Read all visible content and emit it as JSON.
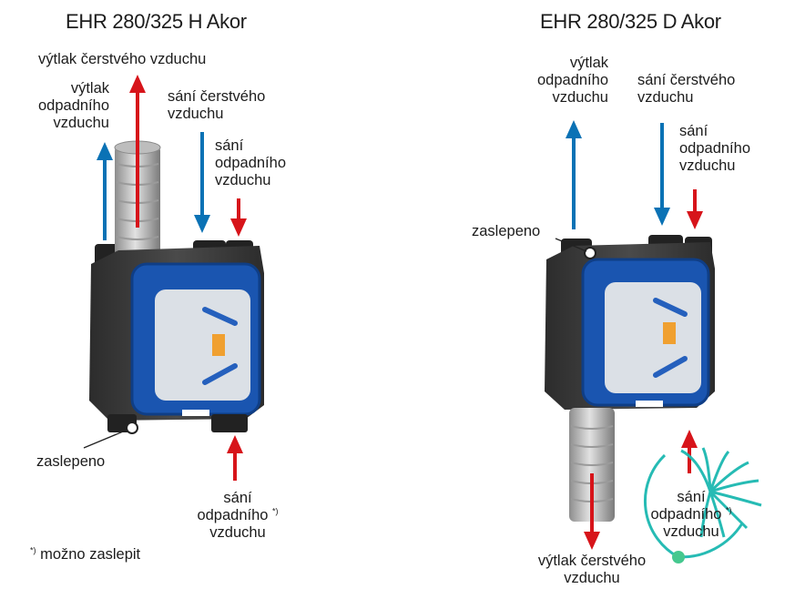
{
  "left": {
    "title": "EHR 280/325 H Akor",
    "labels": {
      "fresh_out": "výtlak čerstvého vzduchu",
      "waste_out": [
        "výtlak",
        "odpadního",
        "vzduchu"
      ],
      "fresh_in": [
        "sání čerstvého",
        "vzduchu"
      ],
      "waste_in_top": [
        "sání",
        "odpadního",
        "vzduchu"
      ],
      "blanked": "zaslepeno",
      "waste_in_bottom": [
        "sání",
        "odpadního",
        "vzduchu"
      ],
      "footnote_mark": "*)",
      "footnote_text": " možno zaslepit"
    }
  },
  "right": {
    "title": "EHR 280/325 D Akor",
    "labels": {
      "waste_out": [
        "výtlak",
        "odpadního",
        "vzduchu"
      ],
      "fresh_in": [
        "sání čerstvého",
        "vzduchu"
      ],
      "waste_in_top": [
        "sání",
        "odpadního",
        "vzduchu"
      ],
      "blanked": "zaslepeno",
      "waste_in_bottom": [
        "sání",
        "odpadního",
        "vzduchu"
      ],
      "fresh_out": [
        "výtlak čerstvého",
        "vzduchu"
      ]
    }
  },
  "footnote_marker": "*)",
  "colors": {
    "fresh_air_arrow": "#d7141a",
    "waste_air_arrow": "#0a72b5",
    "unit_body": "#3a3a3a",
    "front_panel": "#1a55b0",
    "panel_face": "#dbe0e6",
    "watermark": "#1bb8b0"
  }
}
